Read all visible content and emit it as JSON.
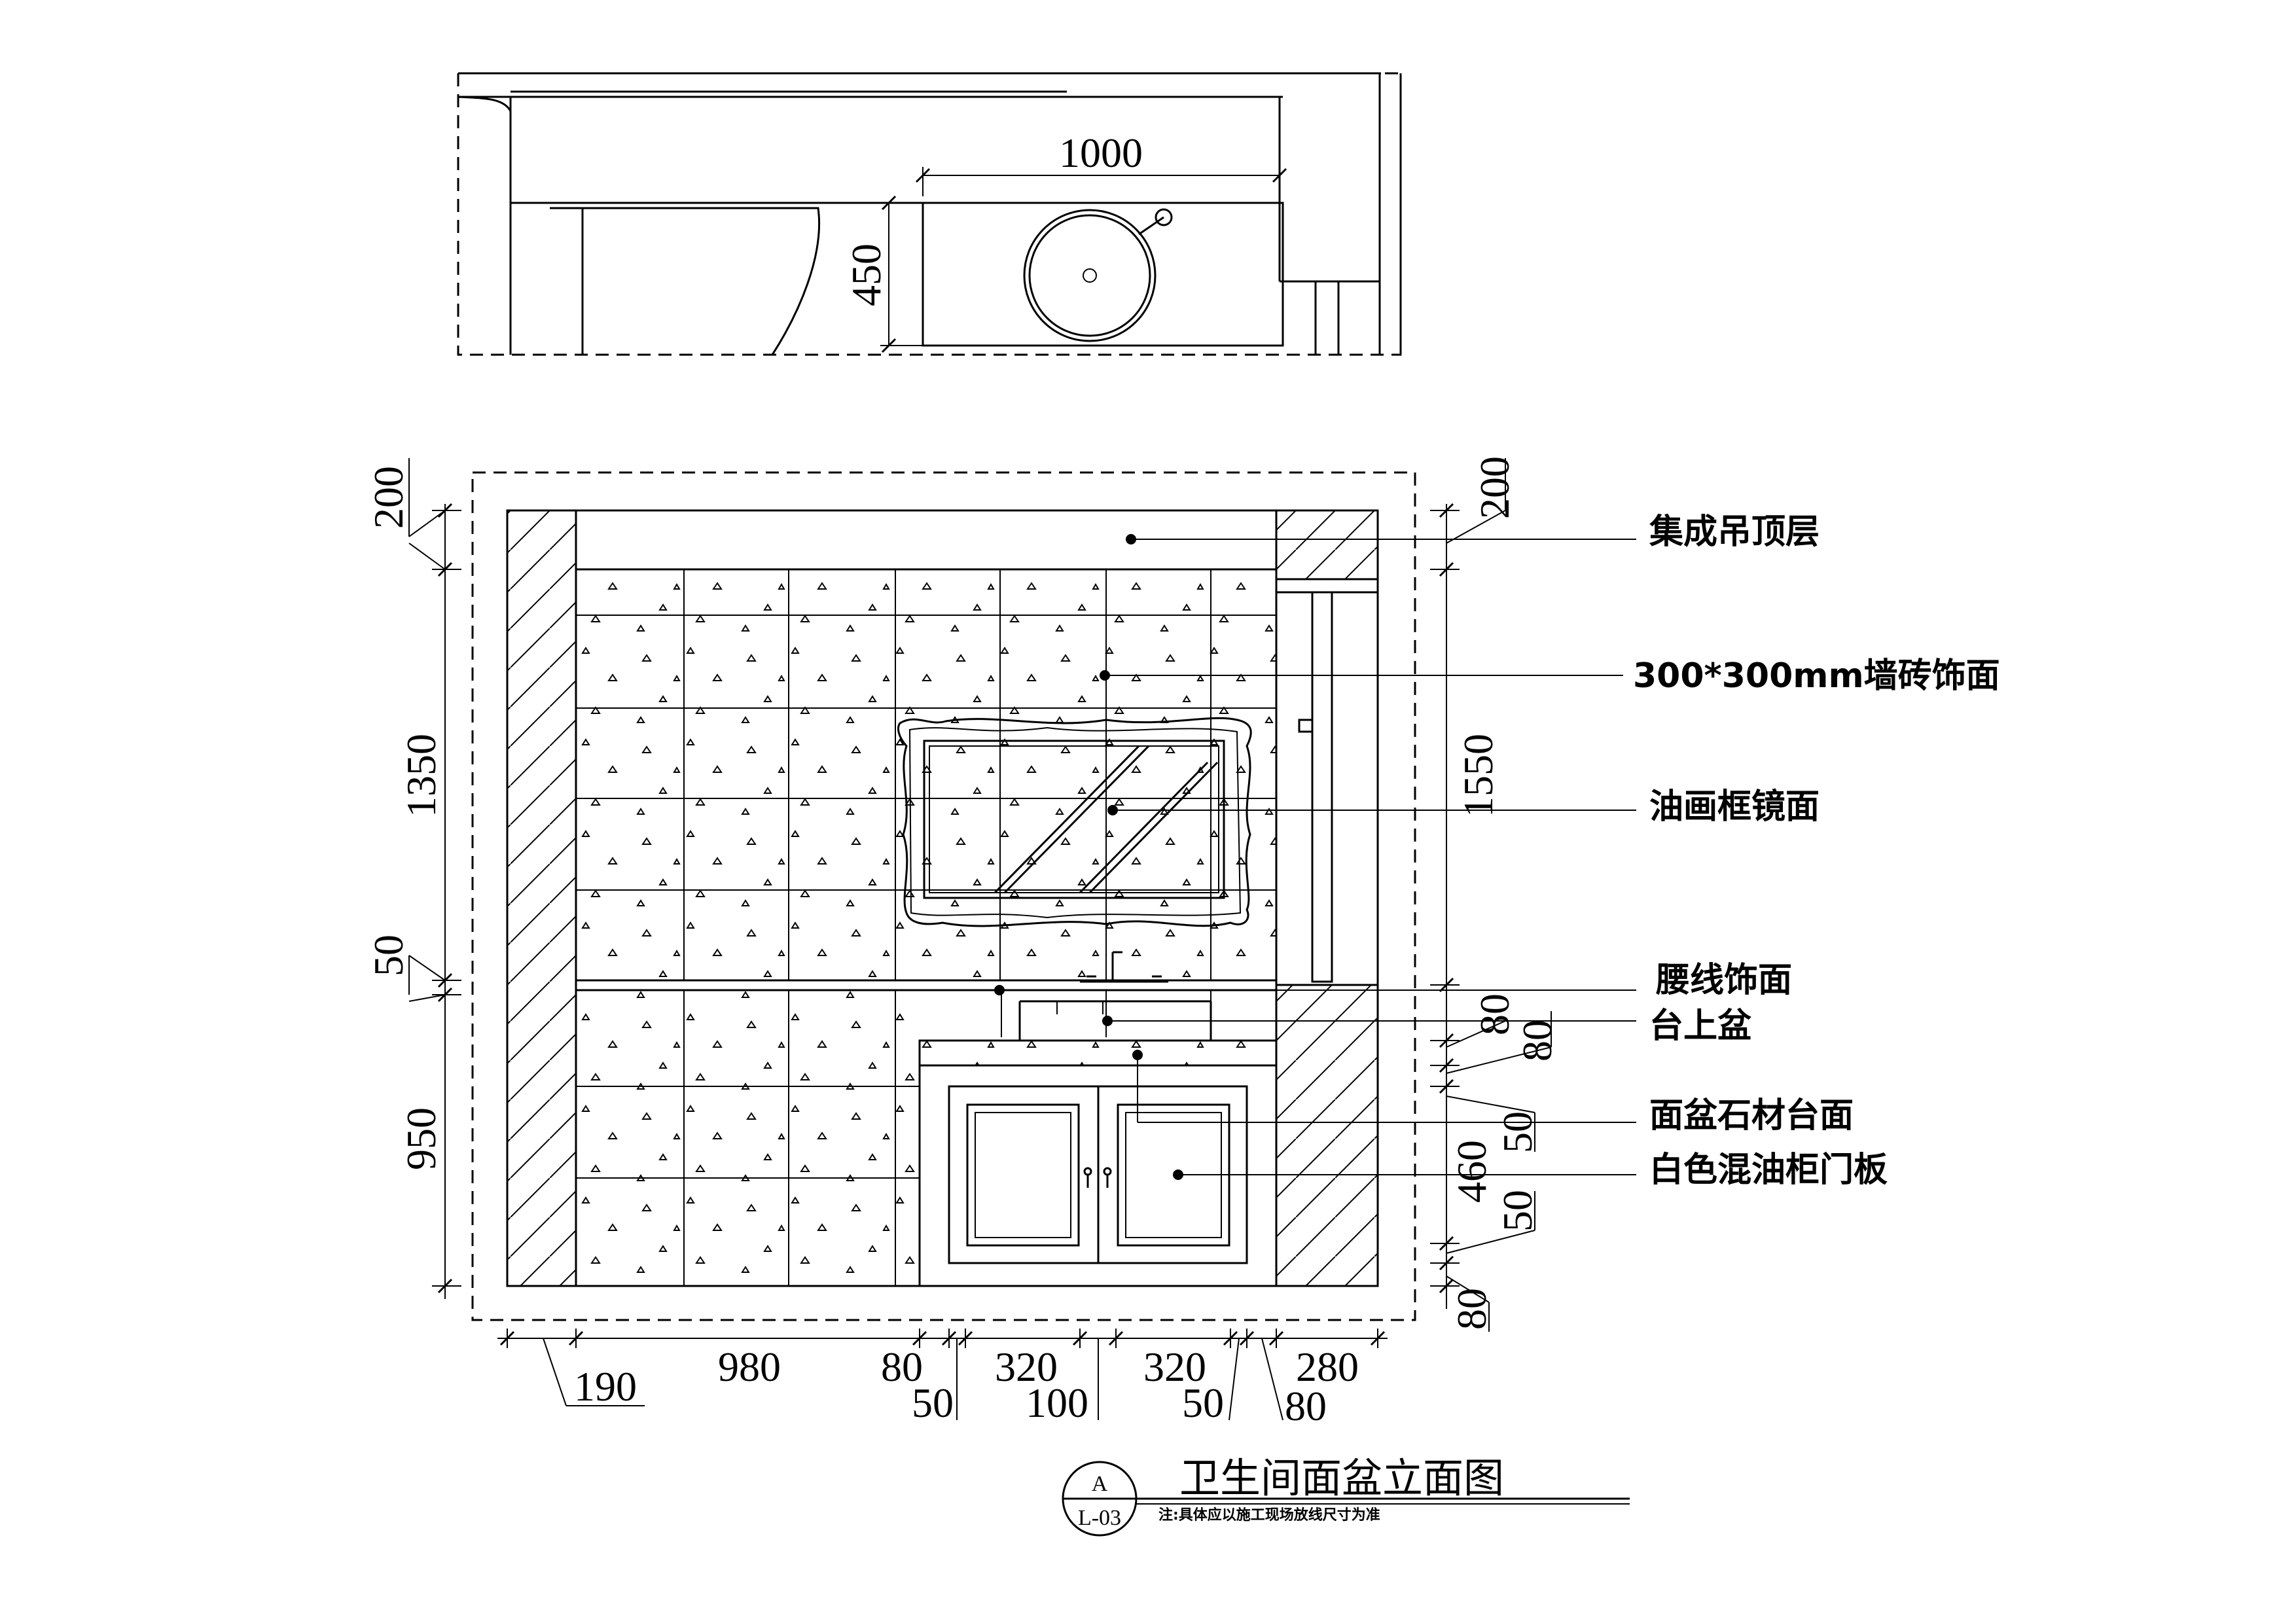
{
  "plan": {
    "dims": {
      "width": "1000",
      "depth": "450"
    }
  },
  "elevation": {
    "left_dims": [
      "200",
      "1350",
      "50",
      "950"
    ],
    "right_dims": [
      "200",
      "1550",
      "80",
      "80",
      "50",
      "460",
      "50",
      "80"
    ],
    "bottom_dims_top": [
      "980",
      "80",
      "320",
      "320",
      "280"
    ],
    "bottom_dims_bottom": [
      "190",
      "50",
      "100",
      "50",
      "80"
    ],
    "labels": [
      "集成吊顶层",
      "300*300mm墙砖饰面",
      "油画框镜面",
      "腰线饰面",
      "台上盆",
      "面盆石材台面",
      "白色混油柜门板"
    ]
  },
  "title_block": {
    "ref_top": "A",
    "ref_bottom": "L-03",
    "title": "卫生间面盆立面图",
    "note": "注:具体应以施工现场放线尺寸为准"
  }
}
